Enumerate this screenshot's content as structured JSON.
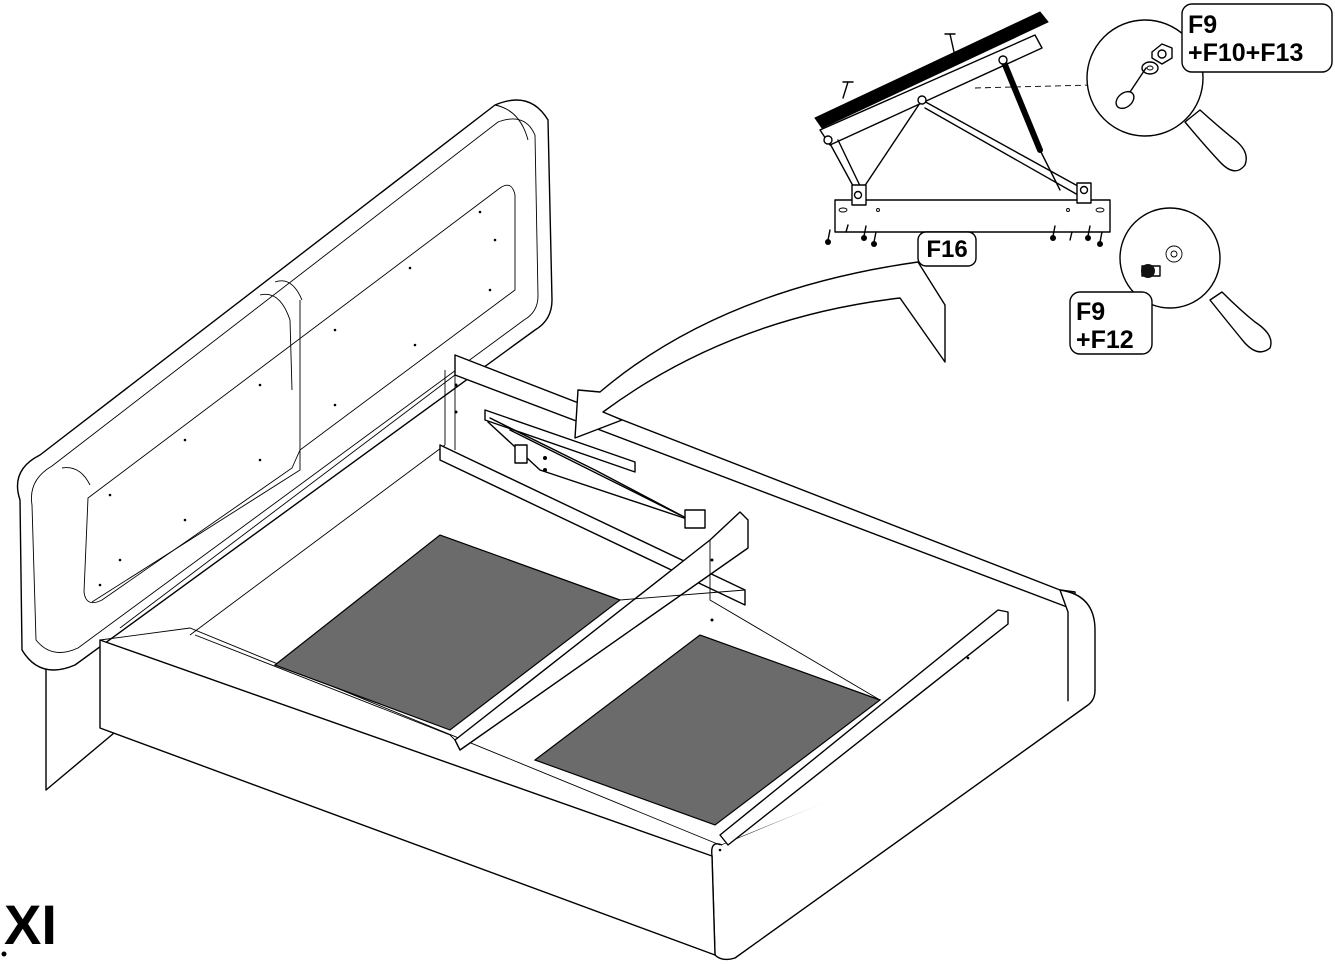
{
  "labels": {
    "f16": "F16",
    "f9_top_line1": "F9",
    "f9_top_line2": "+F10+F13",
    "f9_bottom_line1": "F9",
    "f9_bottom_line2": "+F12",
    "step_number": "XI"
  },
  "colors": {
    "panel_fill": "#6b6b6b",
    "line": "#000000",
    "background": "#ffffff"
  }
}
